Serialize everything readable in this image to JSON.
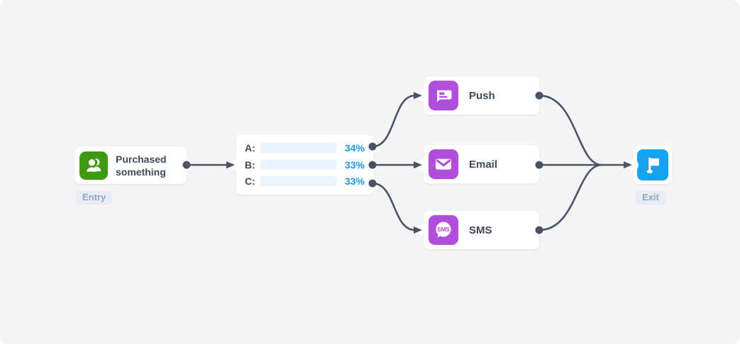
{
  "canvas": {
    "background": "#f4f4f6"
  },
  "colors": {
    "connector": "#4a5365",
    "card_bg": "#ffffff",
    "entry_icon_green": "#3e9b11",
    "channel_icon_purple": "#b14edb",
    "exit_icon_blue": "#18a3f2",
    "bar_fill_blue": "#18a0f4",
    "bar_track_blue": "#eaf4fd",
    "pct_text_blue": "#1799f1",
    "node_text": "#3e4a5b",
    "badge_bg": "#e8ebf2",
    "badge_text": "#92a5c5"
  },
  "nodes": {
    "entry": {
      "title": "Purchased something",
      "badge": "Entry",
      "icon": "users-icon"
    },
    "split": {
      "icon": "ab-split-bars",
      "rows": [
        {
          "label": "A:",
          "value": 34,
          "pct": "34%"
        },
        {
          "label": "B:",
          "value": 33,
          "pct": "33%"
        },
        {
          "label": "C:",
          "value": 33,
          "pct": "33%"
        }
      ]
    },
    "channels": [
      {
        "label": "Push",
        "icon": "push-notification-icon"
      },
      {
        "label": "Email",
        "icon": "email-icon"
      },
      {
        "label": "SMS",
        "icon": "sms-bubble-icon",
        "icon_text": "SMS"
      }
    ],
    "exit": {
      "badge": "Exit",
      "icon": "flag-icon"
    }
  }
}
